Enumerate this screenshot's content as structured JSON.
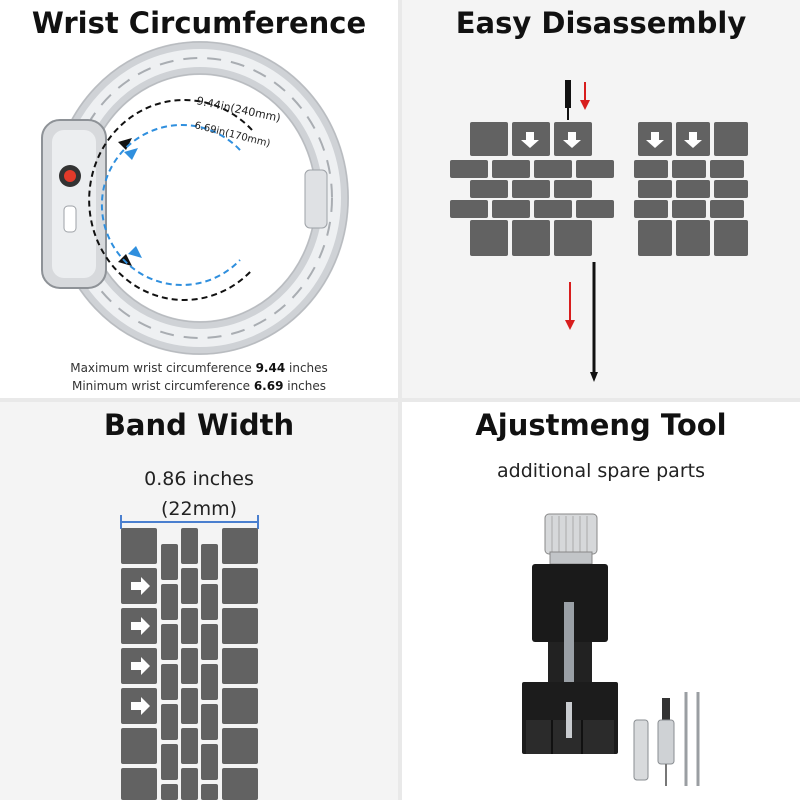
{
  "panels": {
    "wrist": {
      "title": "Wrist Circumference",
      "max_label": "9.44in(240mm)",
      "min_label": "6.69in(170mm)",
      "max_caption_prefix": "Maximum wrist circumference ",
      "max_value": "9.44",
      "max_caption_suffix": " inches",
      "min_caption_prefix": "Minimum wrist circumference ",
      "min_value": "6.69",
      "min_caption_suffix": " inches"
    },
    "disassembly": {
      "title": "Easy Disassembly"
    },
    "band_width": {
      "title": "Band Width",
      "inches": "0.86 inches",
      "mm": "(22mm)"
    },
    "tool": {
      "title": "Ajustmeng Tool",
      "subtitle": "additional spare parts"
    }
  },
  "colors": {
    "link": "#5f5f5f",
    "arrow_red": "#d81e1e",
    "dashed_black": "#111111",
    "dashed_blue": "#2f8fde",
    "ruler_blue": "#4a7fcf",
    "divider": "#e9e9e9"
  }
}
